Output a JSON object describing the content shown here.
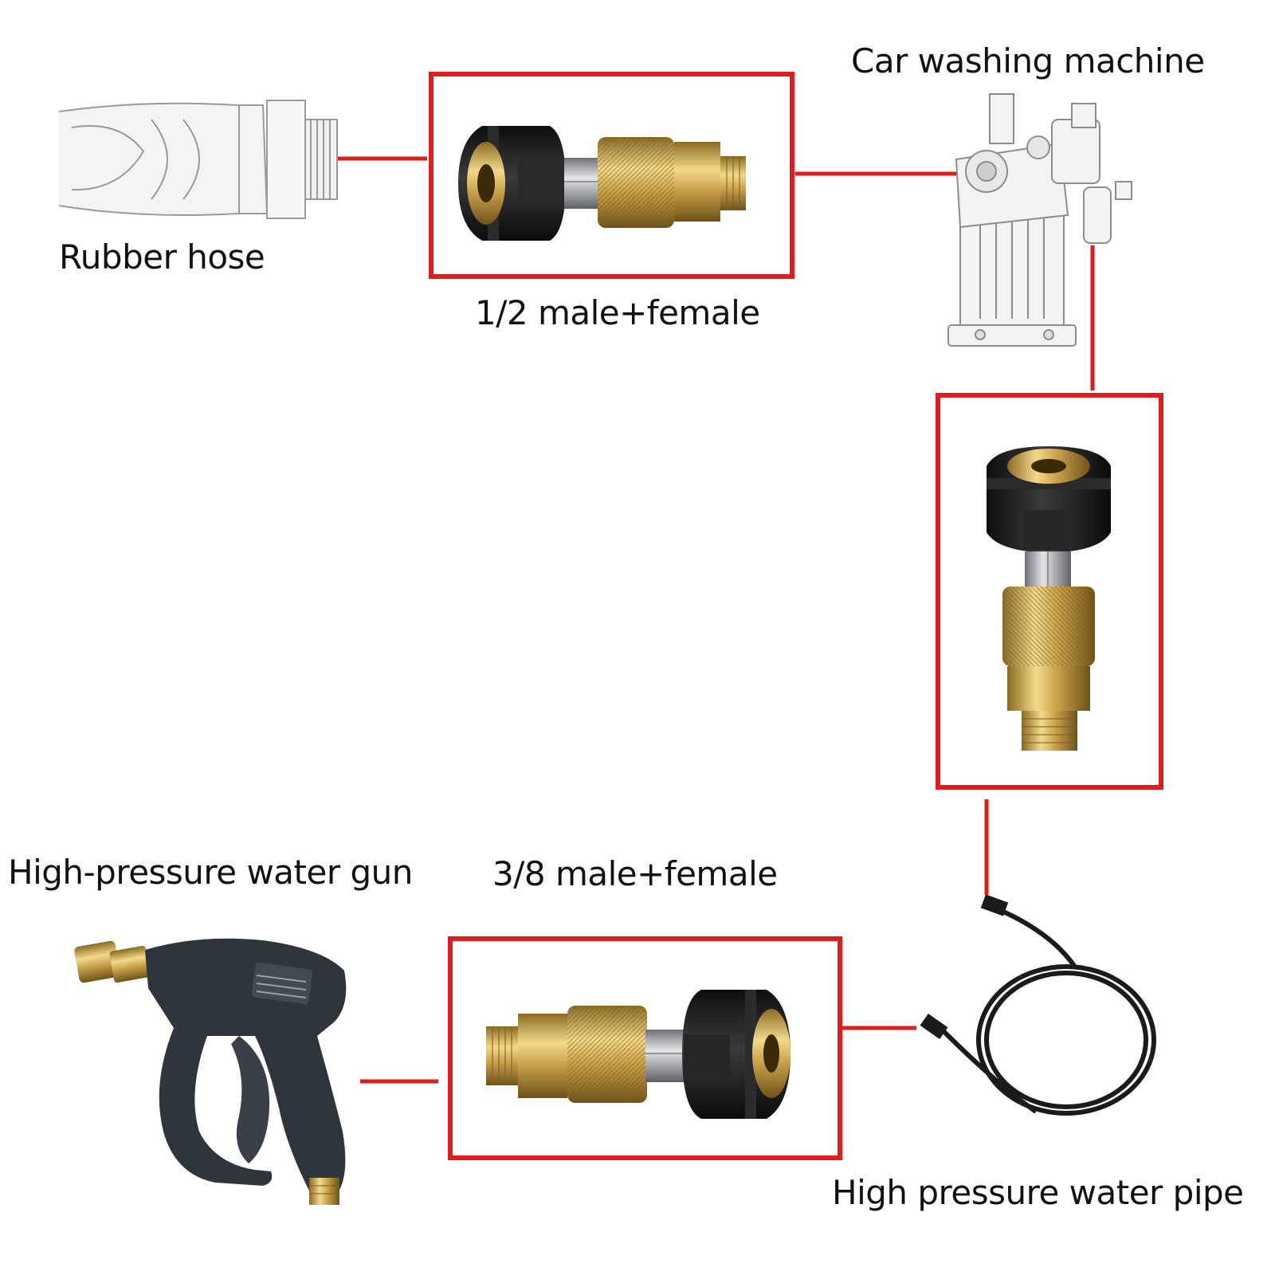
{
  "labels": {
    "rubber_hose": "Rubber hose",
    "car_washing_machine": "Car washing machine",
    "half_inch_adapter": "1/2 male+female",
    "water_gun": "High-pressure water gun",
    "three_eighths_adapter": "3/8 male+female",
    "water_pipe": "High pressure water pipe"
  },
  "colors": {
    "connector": "#e01d1d",
    "brass": "#c9a24a",
    "black_nut": "#1e1e1e",
    "steel": "#a9adb2"
  }
}
